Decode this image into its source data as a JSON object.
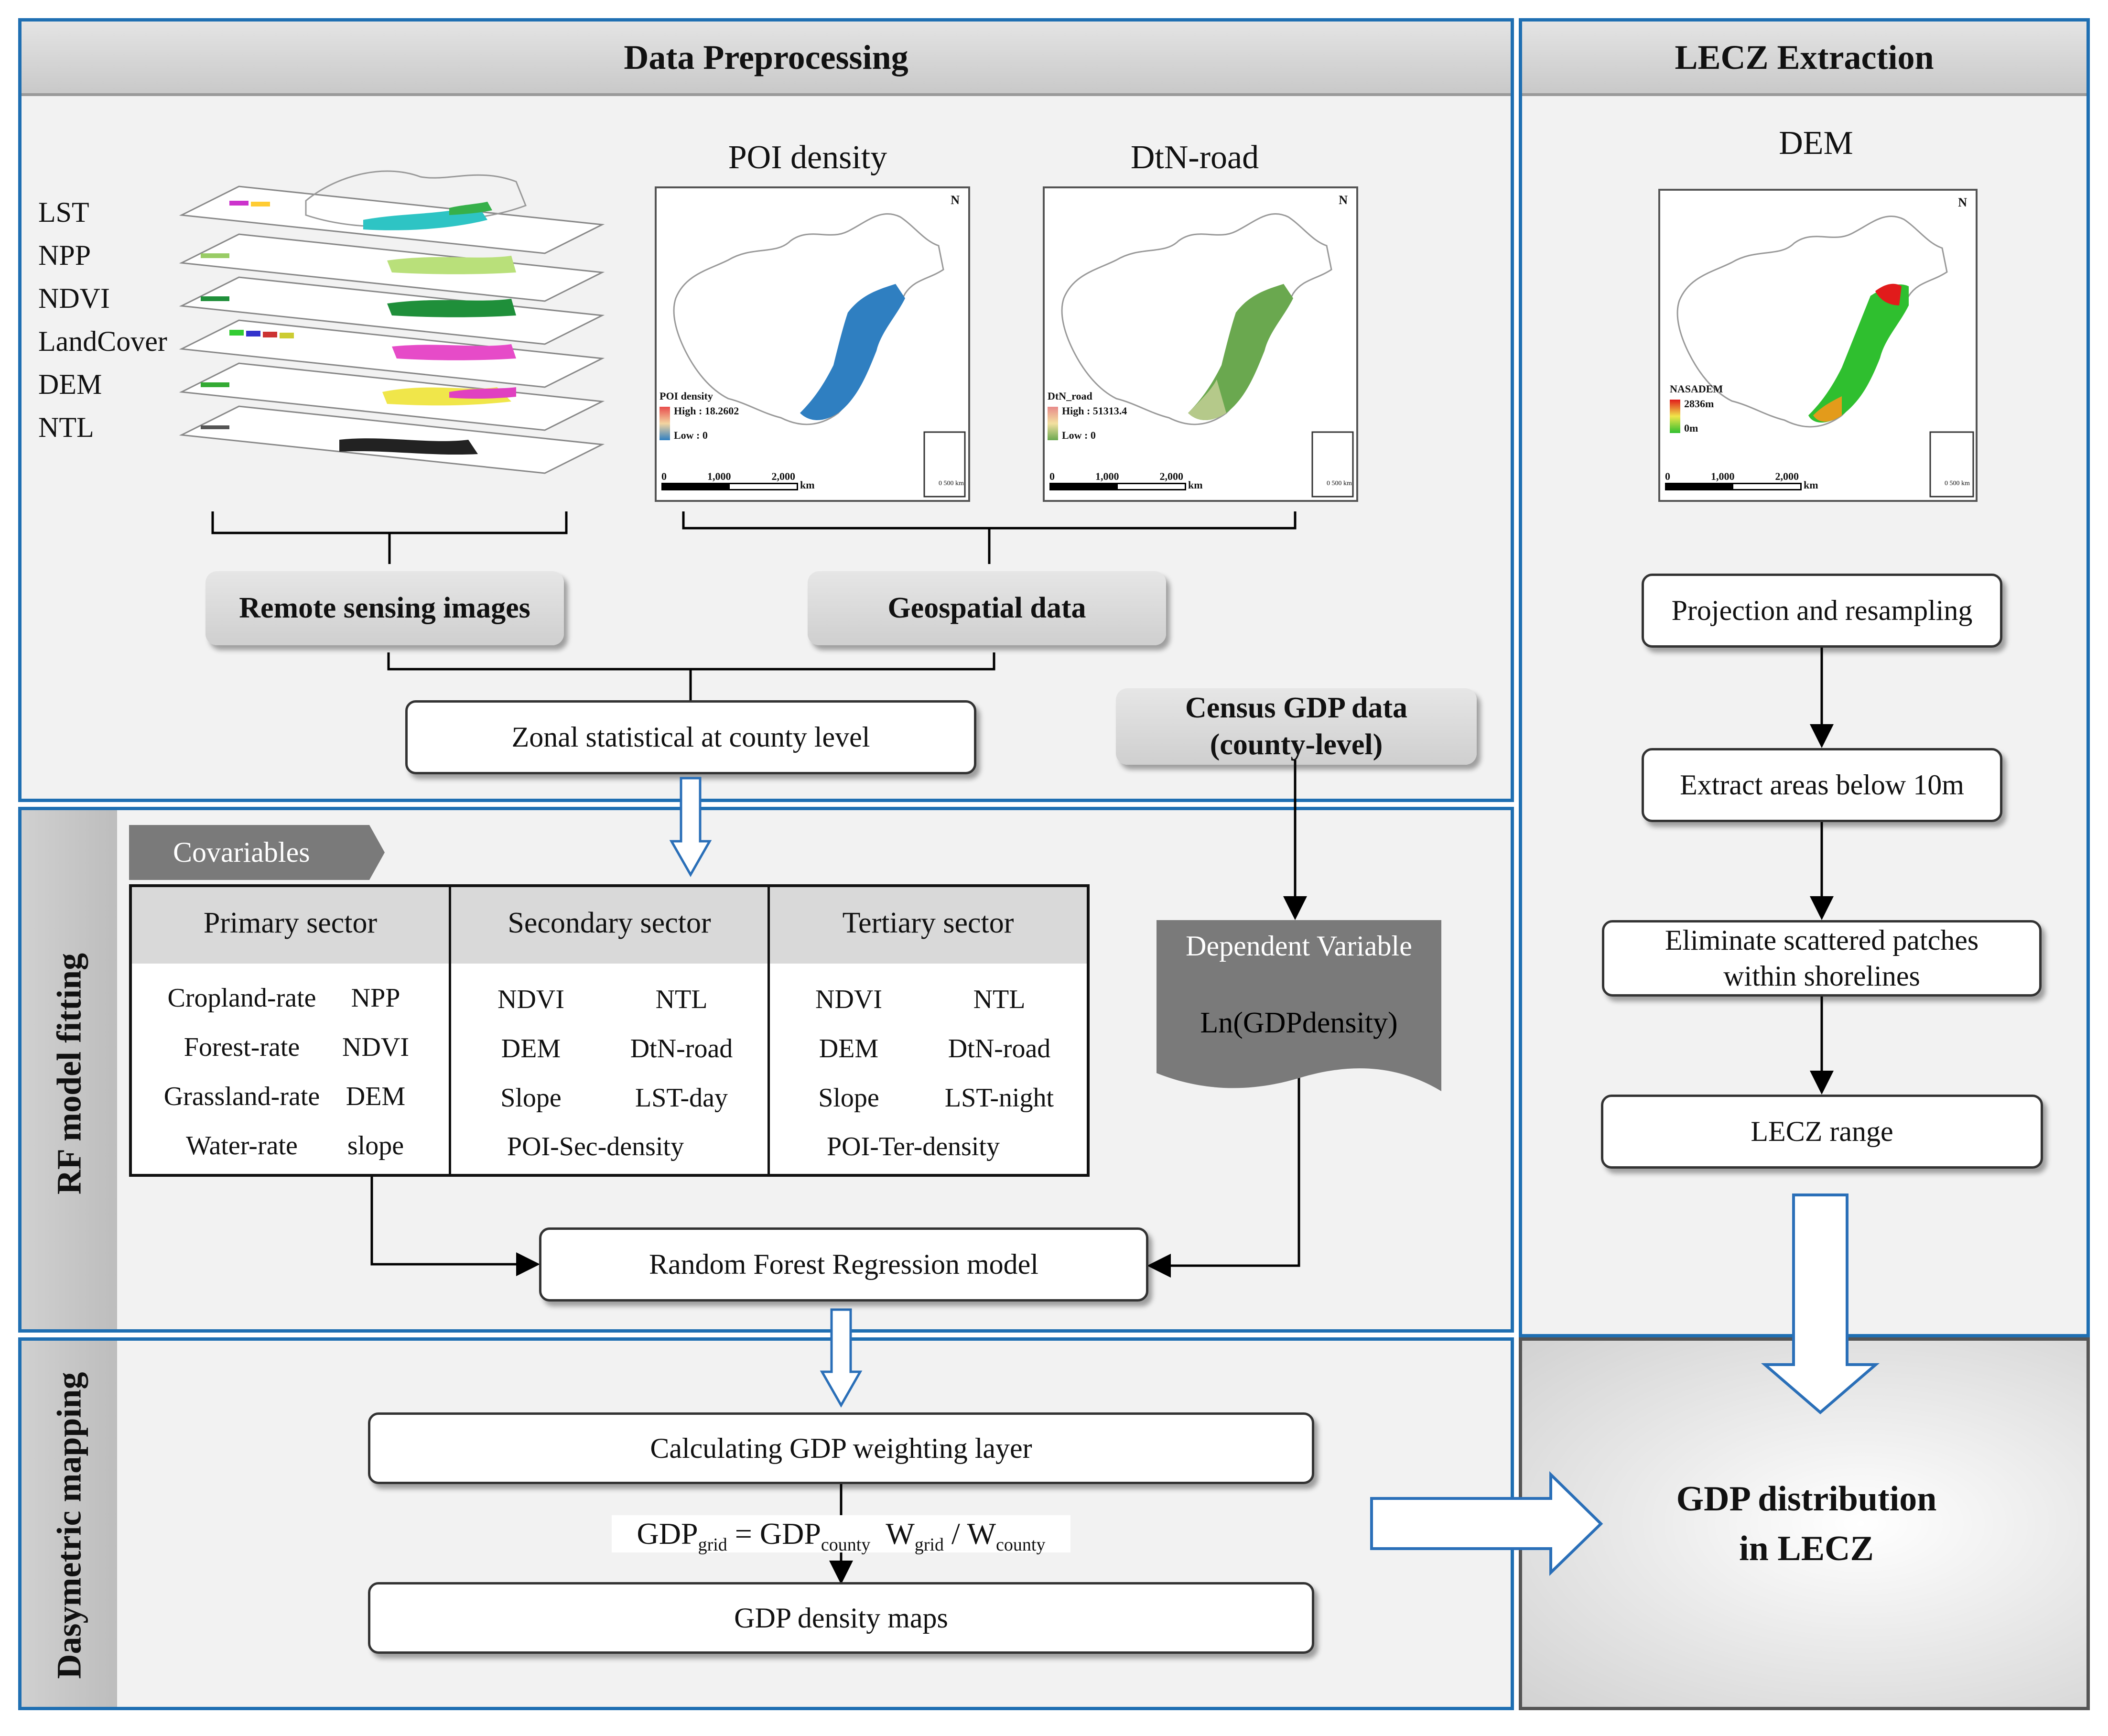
{
  "panels": {
    "preprocessing": "Data Preprocessing",
    "lecz": "LECZ Extraction",
    "rf": "RF model fitting",
    "dasymetric": "Dasymetric mapping"
  },
  "layer_labels": [
    "LST",
    "NPP",
    "NDVI",
    "LandCover",
    "DEM",
    "NTL"
  ],
  "maps": {
    "poi": {
      "title": "POI density",
      "legend_title": "POI density",
      "high": "High : 18.2602",
      "low": "Low : 0",
      "scale": [
        "0",
        "1,000",
        "2,000"
      ],
      "unit": "km"
    },
    "road": {
      "title": "DtN-road",
      "legend_title": "DtN_road",
      "high": "High : 51313.4",
      "low": "Low : 0",
      "scale": [
        "0",
        "1,000",
        "2,000"
      ],
      "unit": "km"
    },
    "dem": {
      "title": "DEM",
      "legend_title": "NASADEM",
      "high": "2836m",
      "low": "0m",
      "scale": [
        "0",
        "1,000",
        "2,000"
      ],
      "unit": "km"
    },
    "north": "N",
    "inset_scale": "0 500",
    "inset_unit": "km"
  },
  "boxes": {
    "remote": "Remote sensing images",
    "geospatial": "Geospatial data",
    "zonal": "Zonal statistical at county level",
    "census_line1": "Census GDP data",
    "census_line2": "(county-level)",
    "projection": "Projection and resampling",
    "extract": "Extract areas below 10m",
    "eliminate_line1": "Eliminate scattered patches",
    "eliminate_line2": "within shorelines",
    "lecz_range": "LECZ range",
    "rf_model": "Random Forest Regression model",
    "weighting": "Calculating GDP weighting layer",
    "density_maps": "GDP density maps",
    "gdp_dist_line1": "GDP distribution",
    "gdp_dist_line2": "in LECZ"
  },
  "covariables": {
    "tag": "Covariables",
    "headers": [
      "Primary sector",
      "Secondary sector",
      "Tertiary sector"
    ],
    "primary": [
      [
        "Cropland-rate",
        "NPP"
      ],
      [
        "Forest-rate",
        "NDVI"
      ],
      [
        "Grassland-rate",
        "DEM"
      ],
      [
        "Water-rate",
        "slope"
      ]
    ],
    "secondary": [
      [
        "NDVI",
        "NTL"
      ],
      [
        "DEM",
        "DtN-road"
      ],
      [
        "Slope",
        "LST-day"
      ],
      [
        "POI-Sec-density",
        ""
      ]
    ],
    "tertiary": [
      [
        "NDVI",
        "NTL"
      ],
      [
        "DEM",
        "DtN-road"
      ],
      [
        "Slope",
        "LST-night"
      ],
      [
        "POI-Ter-density",
        ""
      ]
    ]
  },
  "dependent": {
    "title": "Dependent Variable",
    "value": "Ln(GDPdensity)"
  },
  "formula": {
    "lhs": "GDP",
    "lhs_sub": "grid",
    "eq": " = ",
    "gdp": "GDP",
    "gdp_sub": "county",
    "w": "W",
    "w_sub": "grid",
    "slash": " / ",
    "w2": "W",
    "w2_sub": "county"
  },
  "colors": {
    "border": "#1f6fb2",
    "poi": "#2f7fc1",
    "road": "#6aa84f",
    "dem_high": "#e11b1b",
    "dem_low": "#2fbf2f"
  }
}
